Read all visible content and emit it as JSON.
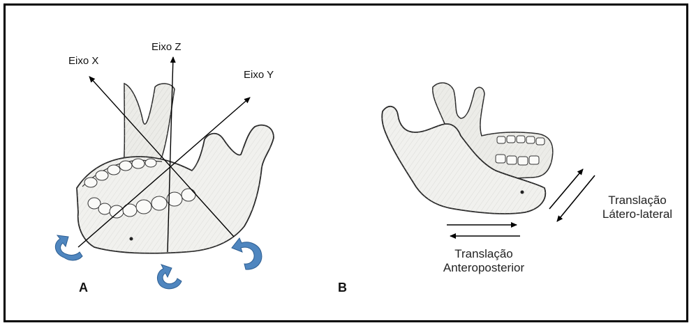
{
  "panel_a": {
    "label": "A",
    "axes": {
      "x": "Eixo X",
      "z": "Eixo Z",
      "y": "Eixo Y"
    }
  },
  "panel_b": {
    "label": "B",
    "translation_ap": {
      "line1": "Translação",
      "line2": "Anteroposterior"
    },
    "translation_ll": {
      "line1": "Translação",
      "line2": "Látero-lateral"
    }
  },
  "colors": {
    "rotation_arrow": "#4f86bf",
    "bone_fill": "#f1f1ee",
    "bone_stroke": "#2a2a2a"
  }
}
